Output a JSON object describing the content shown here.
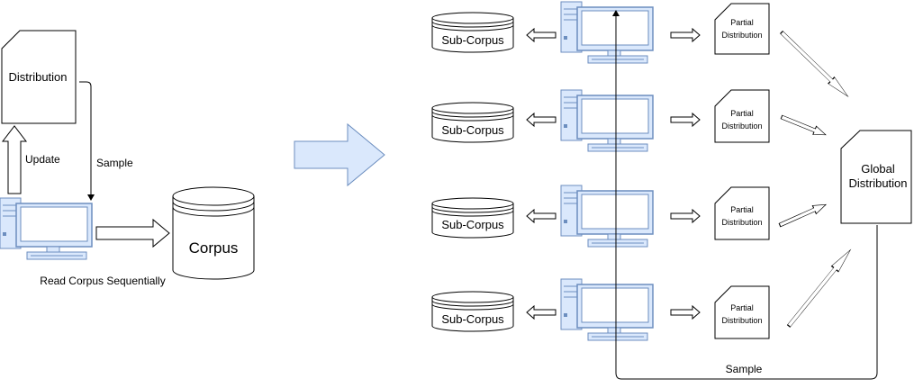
{
  "left": {
    "distribution_label": "Distribution",
    "update_label": "Update",
    "sample_label": "Sample",
    "corpus_label": "Corpus",
    "read_label": "Read Corpus Sequentially"
  },
  "right": {
    "rows": [
      {
        "sub_corpus": "Sub-Corpus",
        "partial": [
          "Partial",
          "Distribution"
        ]
      },
      {
        "sub_corpus": "Sub-Corpus",
        "partial": [
          "Partial",
          "Distribution"
        ]
      },
      {
        "sub_corpus": "Sub-Corpus",
        "partial": [
          "Partial",
          "Distribution"
        ]
      },
      {
        "sub_corpus": "Sub-Corpus",
        "partial": [
          "Partial",
          "Distribution"
        ]
      }
    ],
    "global": [
      "Global",
      "Distribution"
    ],
    "sample_label": "Sample"
  },
  "colors": {
    "monitor_fill": "#dae8fc",
    "monitor_stroke": "#6c8ebf",
    "big_arrow_fill": "#dae8fc",
    "stroke": "#000000"
  },
  "icons": [
    "computer-icon",
    "database-icon",
    "document-icon",
    "arrow-icon"
  ]
}
